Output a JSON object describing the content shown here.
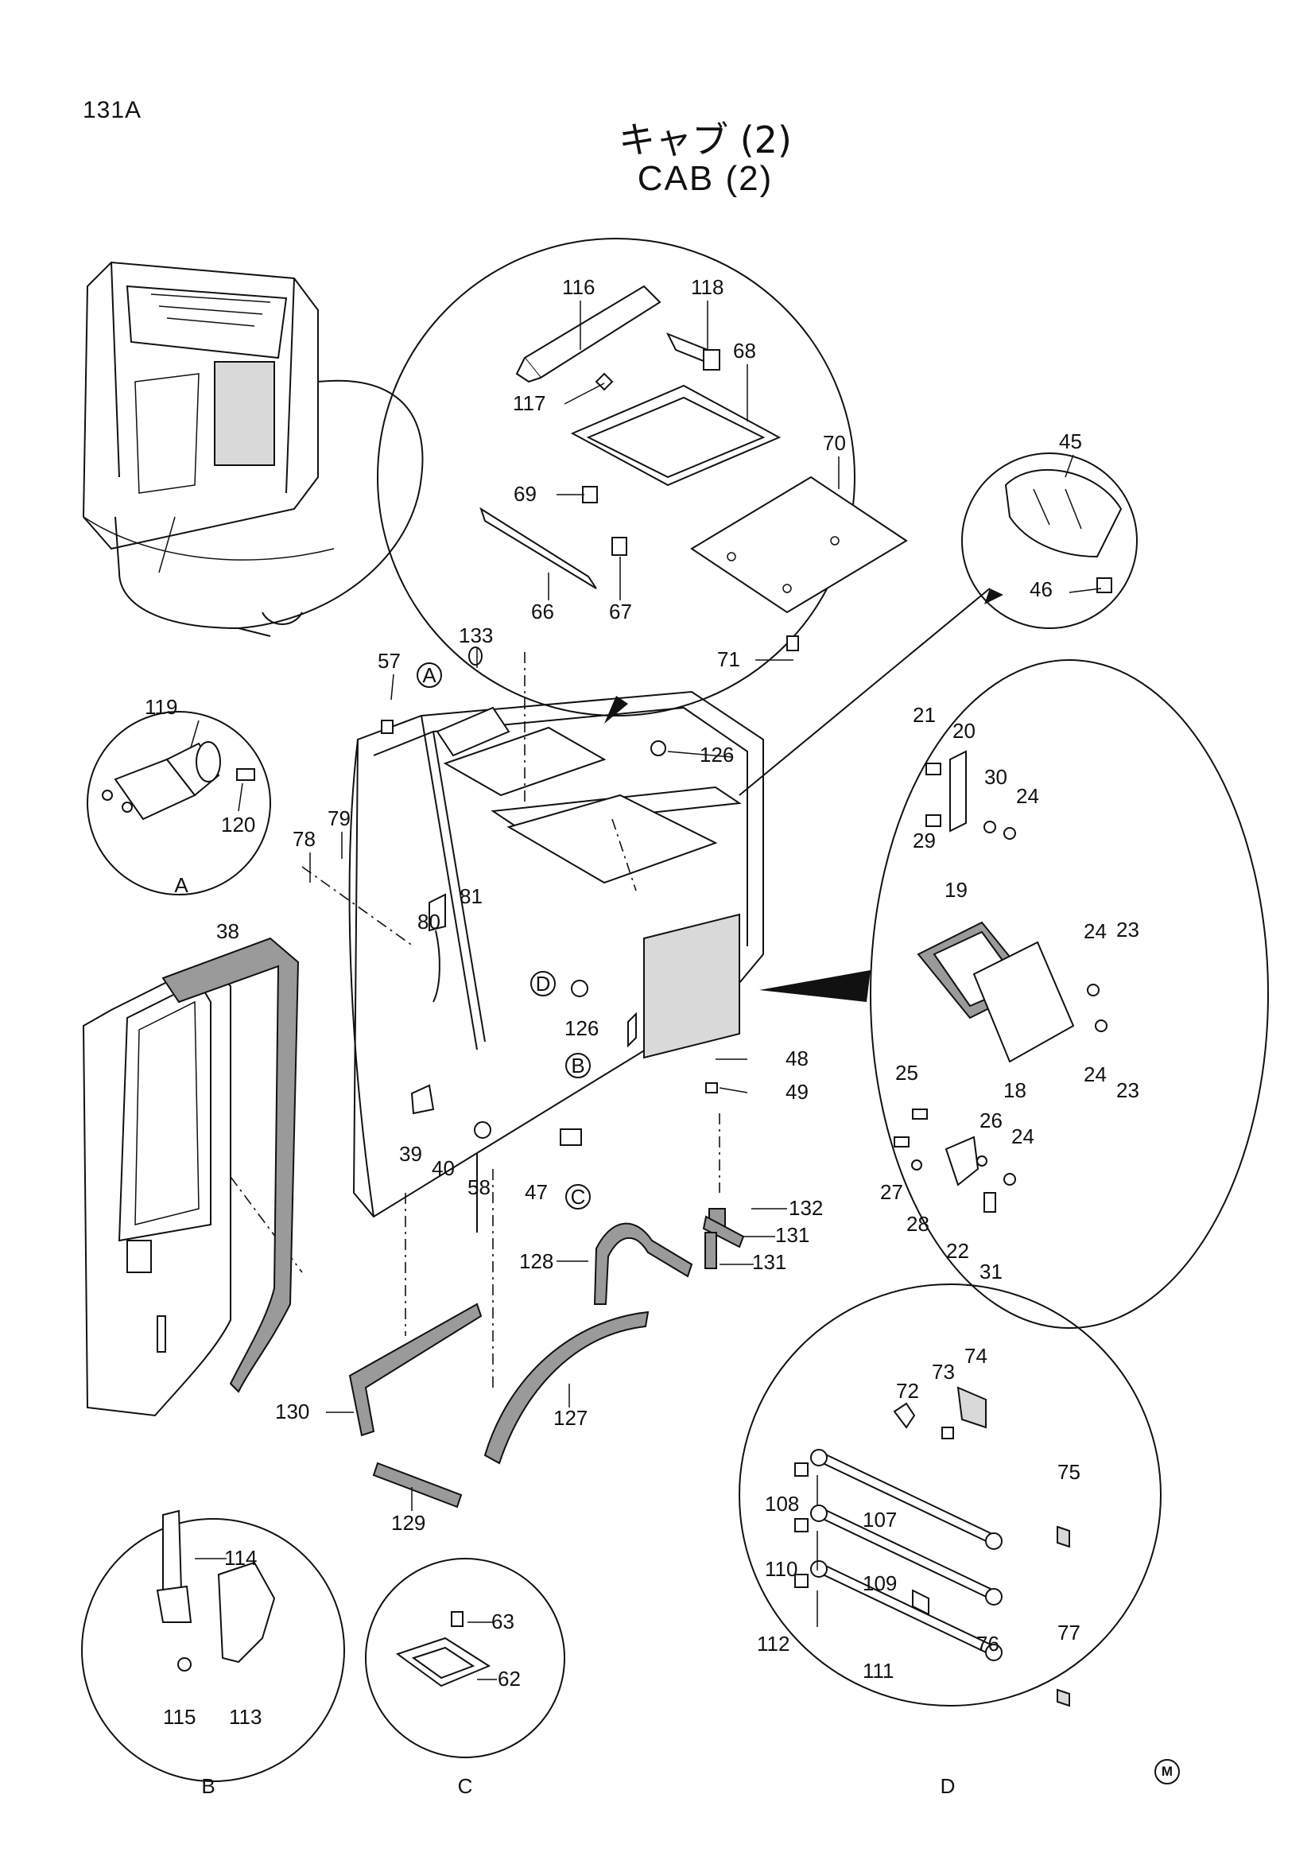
{
  "header": {
    "page_number": "131A",
    "title_ja": "キャブ (2)",
    "title_en": "CAB (2)"
  },
  "footer": {
    "mark": "M"
  },
  "detail_labels": [
    "A",
    "B",
    "C",
    "D"
  ],
  "part_numbers": [
    "116",
    "118",
    "117",
    "68",
    "70",
    "69",
    "66",
    "67",
    "71",
    "45",
    "46",
    "133",
    "57",
    "126",
    "119",
    "120",
    "78",
    "79",
    "81",
    "80",
    "38",
    "21",
    "20",
    "30",
    "24",
    "29",
    "19",
    "23",
    "18",
    "25",
    "26",
    "27",
    "28",
    "22",
    "31",
    "48",
    "49",
    "126",
    "39",
    "40",
    "58",
    "47",
    "132",
    "131",
    "131",
    "128",
    "130",
    "127",
    "129",
    "114",
    "115",
    "113",
    "63",
    "62",
    "74",
    "73",
    "72",
    "108",
    "107",
    "75",
    "110",
    "109",
    "76",
    "112",
    "111",
    "77"
  ]
}
